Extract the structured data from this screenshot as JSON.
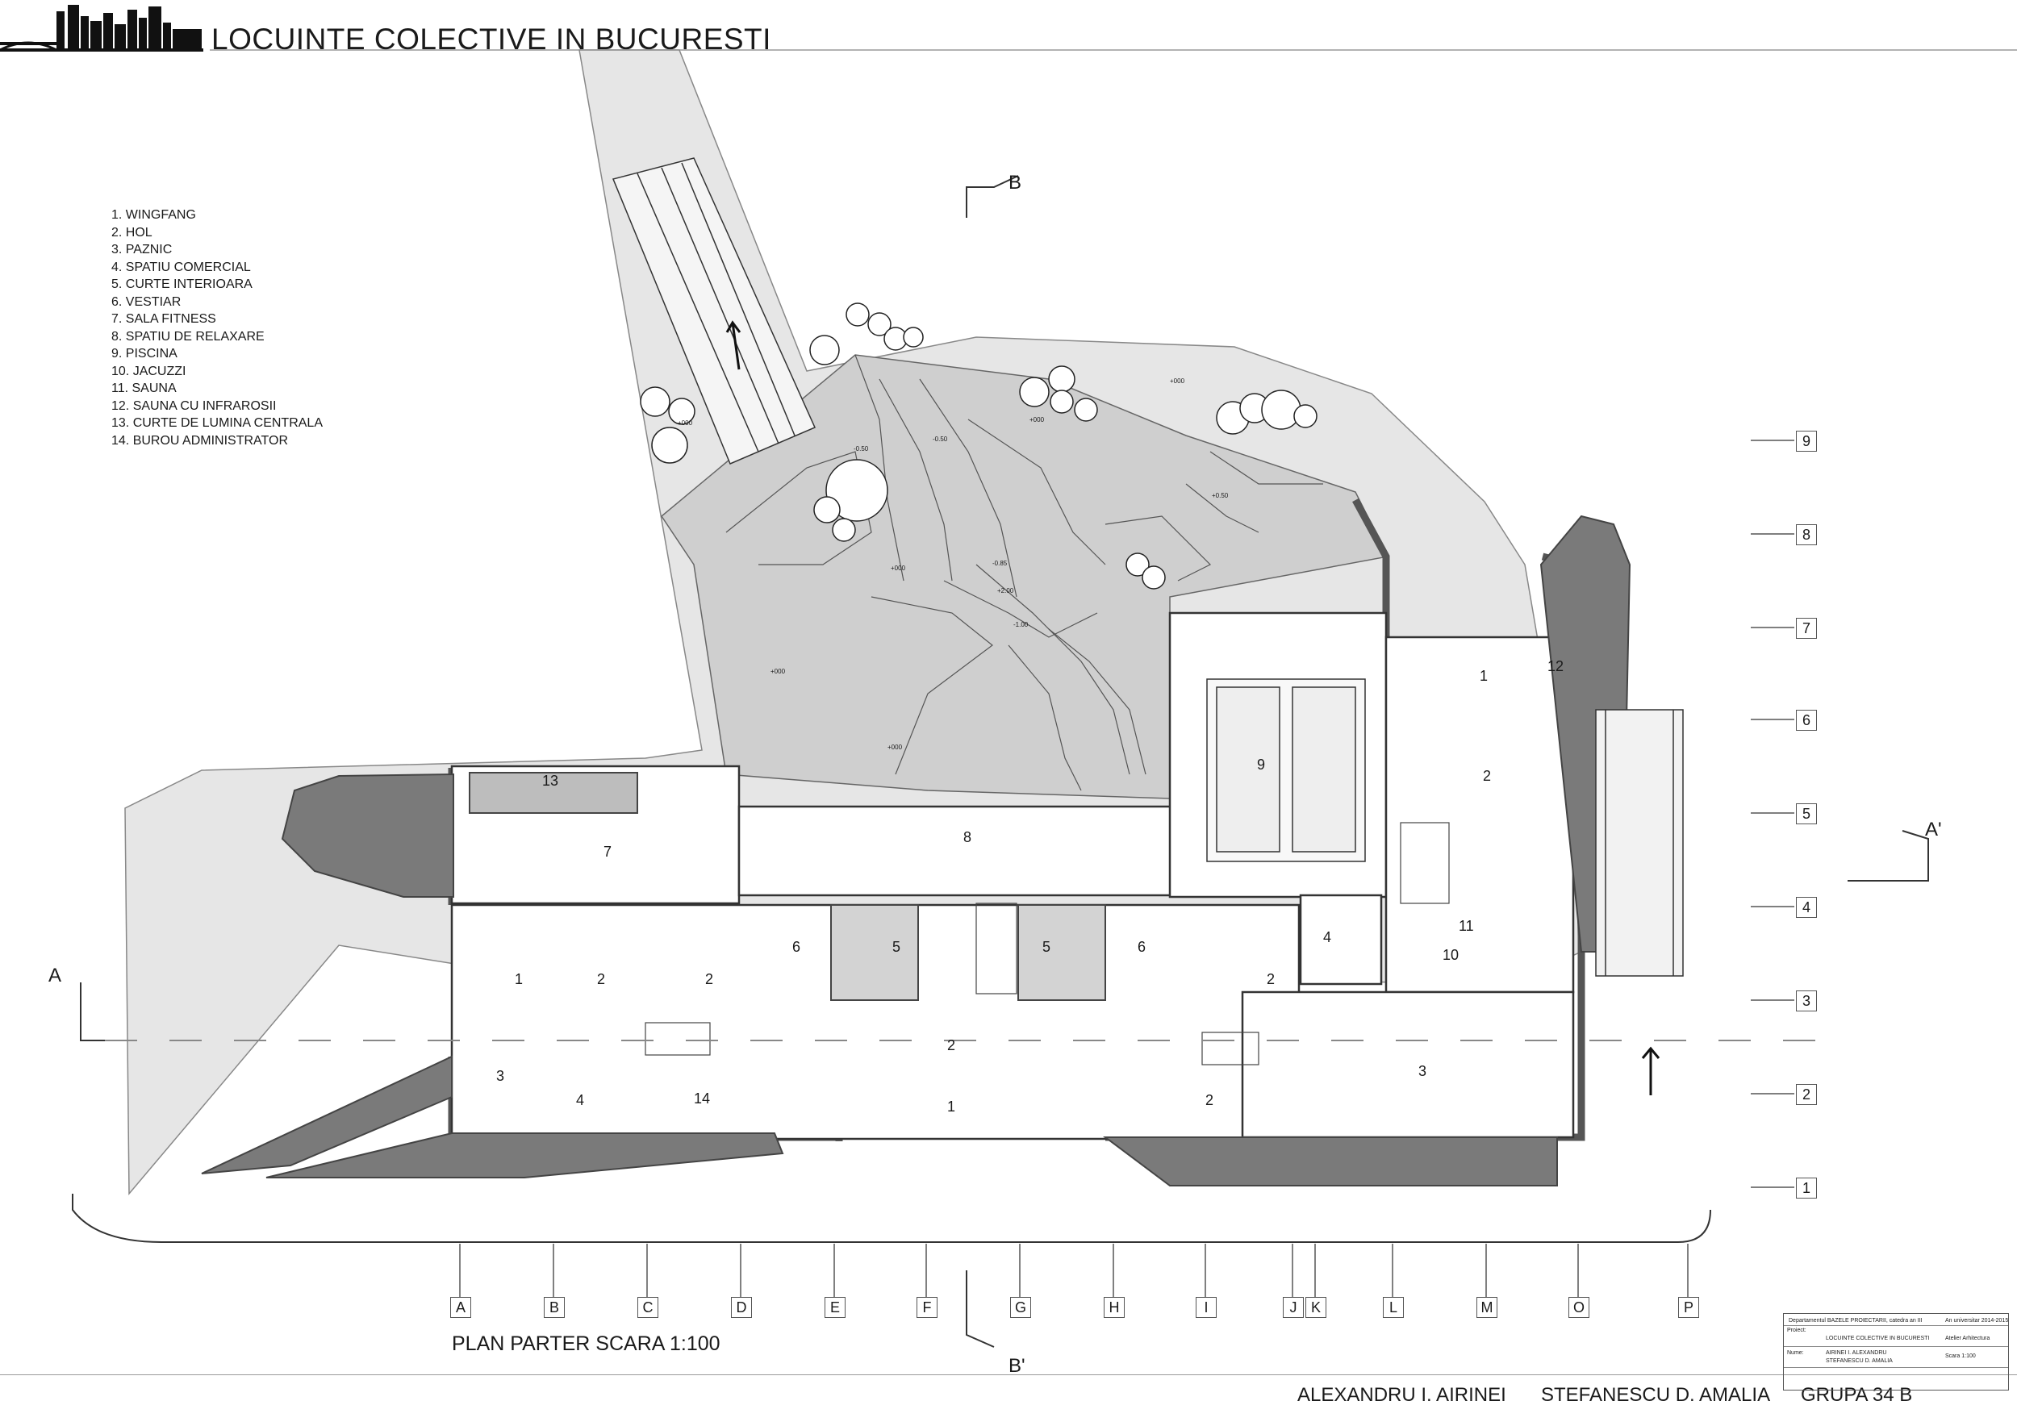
{
  "project_title": "LOCUINTE COLECTIVE IN BUCURESTI",
  "plan_title": "PLAN PARTER SCARA 1:100",
  "authors": [
    "ALEXANDRU I. AIRINEI",
    "STEFANESCU D. AMALIA",
    "GRUPA 34 B"
  ],
  "legend": [
    "1. WINGFANG",
    "2. HOL",
    "3. PAZNIC",
    "4. SPATIU COMERCIAL",
    "5. CURTE INTERIOARA",
    "6. VESTIAR",
    "7. SALA FITNESS",
    "8. SPATIU DE RELAXARE",
    "9. PISCINA",
    "10. JACUZZI",
    "11. SAUNA",
    "12. SAUNA CU INFRAROSII",
    "13. CURTE DE LUMINA CENTRALA",
    "14. BUROU ADMINISTRATOR"
  ],
  "grid_columns": [
    "A",
    "B",
    "C",
    "D",
    "E",
    "F",
    "G",
    "H",
    "I",
    "J",
    "K",
    "L",
    "M",
    "O",
    "P"
  ],
  "grid_rows": [
    "9",
    "8",
    "7",
    "6",
    "5",
    "4",
    "3",
    "2",
    "1"
  ],
  "section_marks": {
    "b_top": "B",
    "b_bottom": "B'",
    "a_left": "A",
    "a_right": "A'"
  },
  "room_numbers": [
    "13",
    "7",
    "8",
    "9",
    "1",
    "2",
    "6",
    "5",
    "5",
    "6",
    "2",
    "2",
    "1",
    "2",
    "2",
    "3",
    "4",
    "14",
    "1",
    "2",
    "3",
    "4",
    "10",
    "11",
    "12",
    "3",
    "1",
    "2"
  ],
  "level_marks": [
    "+000",
    "+000",
    "+000",
    "+000",
    "+000",
    "-0.50",
    "-0.50",
    "-0.85",
    "-1.00",
    "+2.00",
    "+0.50",
    "+000"
  ],
  "title_block": {
    "dept": "Departamentul BAZELE PROIECTARII, catedra an III",
    "year": "An universitar 2014-2015",
    "project_lbl": "Proiect:",
    "project": "LOCUINTE COLECTIVE IN BUCURESTI",
    "atelier": "Atelier Arhitectura",
    "name_lbl": "Nume:",
    "names": [
      "AIRINEI I. ALEXANDRU",
      "STEFANESCU D. AMALIA"
    ],
    "scale": "Scara 1:100"
  },
  "colors": {
    "wall": "#555555",
    "site": "#e6e6e6",
    "garden": "#cfcfcf",
    "ramp": "#7a7a7a",
    "line": "#333333"
  }
}
